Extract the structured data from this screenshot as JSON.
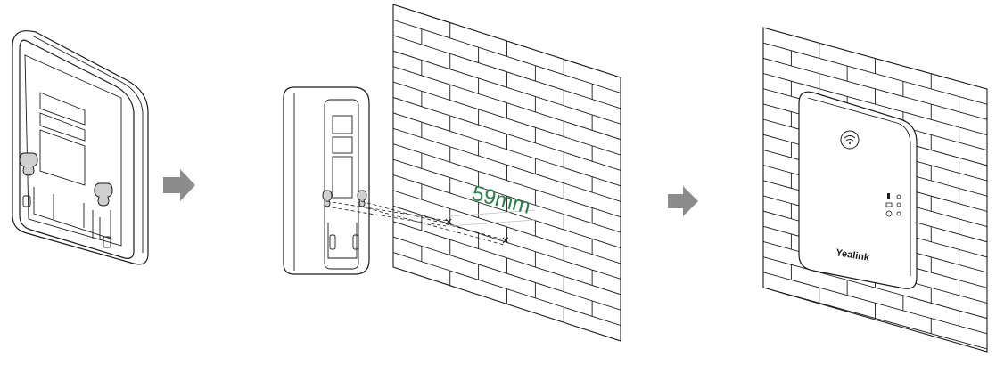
{
  "diagram": {
    "steps": [
      {
        "name": "base-station-back"
      },
      {
        "name": "drill-holes-on-wall"
      },
      {
        "name": "base-station-mounted"
      }
    ],
    "measurement_label": "59mm",
    "brand_label": "Yealink",
    "colors": {
      "line": "#1a1a1a",
      "arrow": "#8c8c8c",
      "measurement": "#2e7d4f",
      "background": "#ffffff"
    },
    "icons": [
      "wifi-icon",
      "status-led-icon",
      "network-icon",
      "power-icon",
      "arrow-right-icon",
      "mounting-slot-icon"
    ]
  }
}
